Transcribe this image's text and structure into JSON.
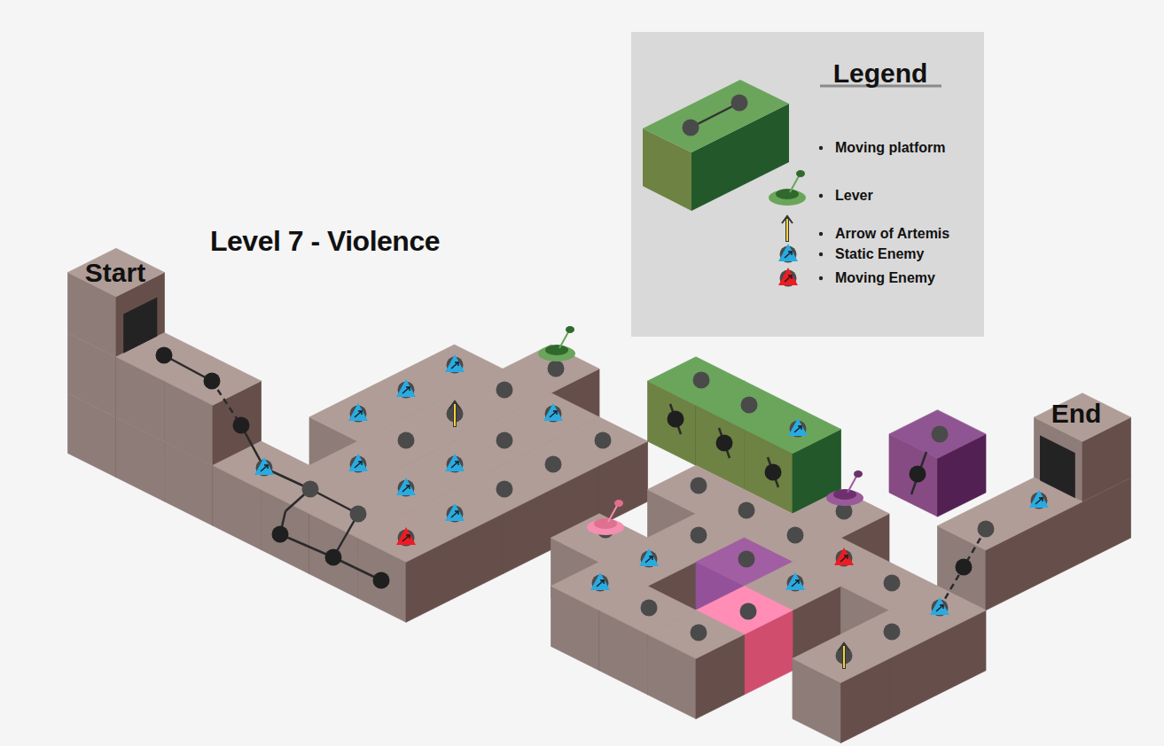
{
  "diagram": {
    "title": "Level 7 - Violence",
    "labels": [
      "Start",
      "End",
      "Legend"
    ],
    "legend": [
      {
        "text": "Moving platform"
      },
      {
        "text": "Lever"
      },
      {
        "text": "Arrow of Artemis"
      },
      {
        "text": "Static Enemy",
        "color": "#29abe2"
      },
      {
        "text": "Moving Enemy",
        "color": "#ed1c24"
      }
    ]
  }
}
